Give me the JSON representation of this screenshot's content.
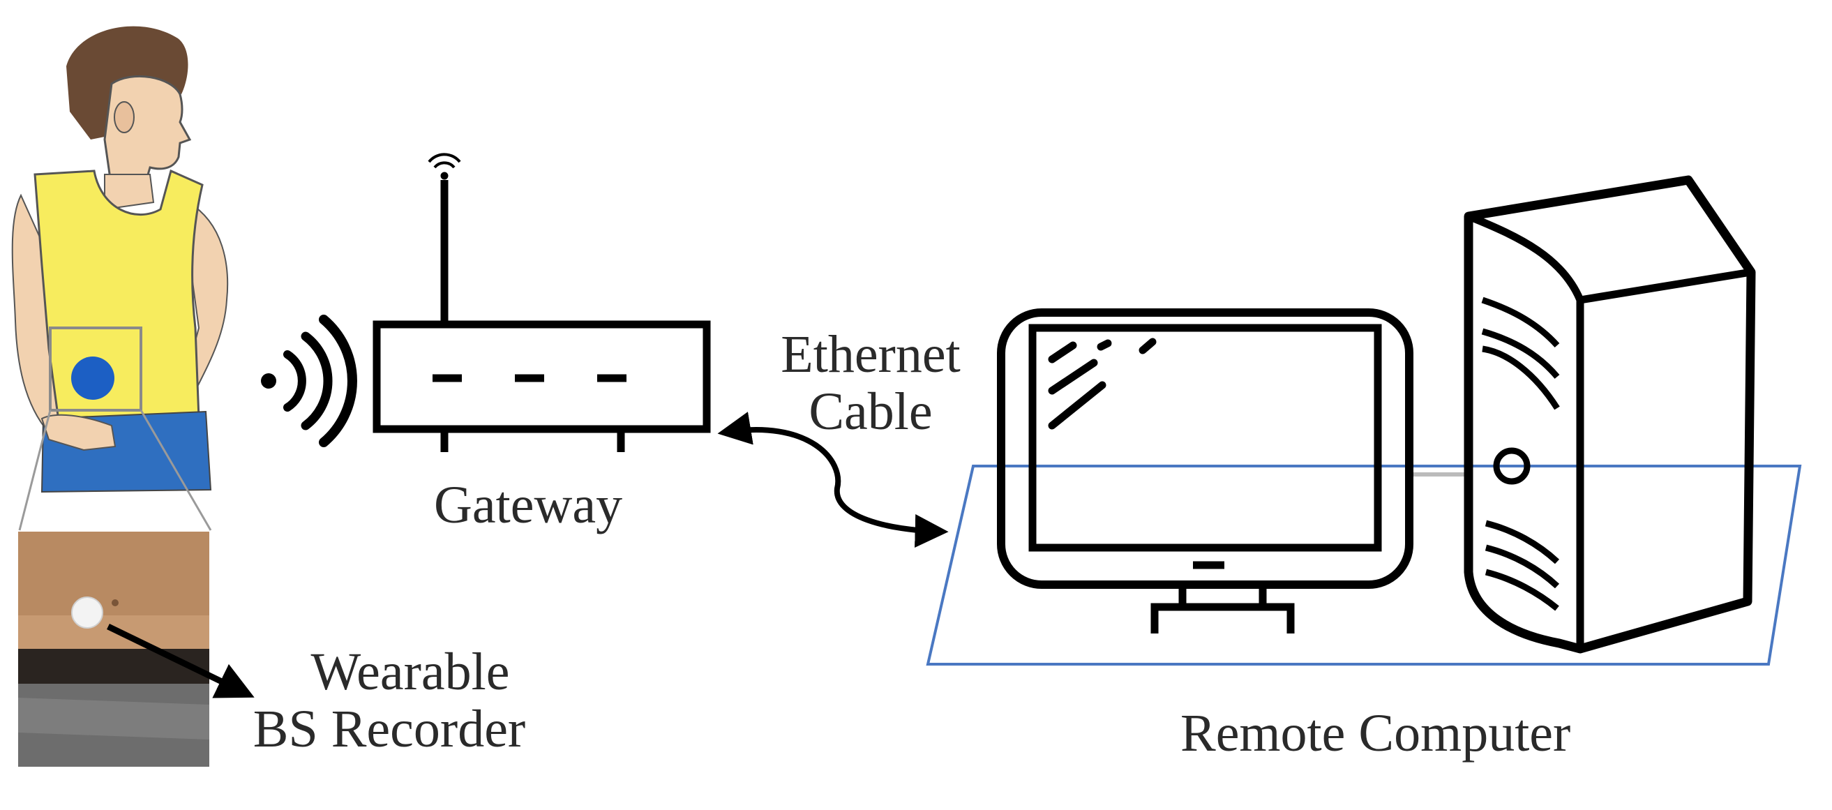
{
  "labels": {
    "gateway": "Gateway",
    "ethernet_line1": "Ethernet",
    "ethernet_line2": "Cable",
    "wearable_line1": "Wearable",
    "wearable_line2": "BS Recorder",
    "remote_computer": "Remote Computer"
  },
  "colors": {
    "shirt": "#f7ec5e",
    "pants": "#2f6fc0",
    "sensor": "#1c5fc4",
    "skin": "#f2d2b0",
    "hair": "#6a4a34",
    "desk_outline": "#4a78c2",
    "stroke": "#000000"
  },
  "icons": {
    "person": "person-with-sensor-icon",
    "photo": "abdomen-photo-icon",
    "wireless": "wireless-signal-icon",
    "router": "router-icon",
    "monitor": "monitor-icon",
    "tower": "computer-tower-icon"
  }
}
